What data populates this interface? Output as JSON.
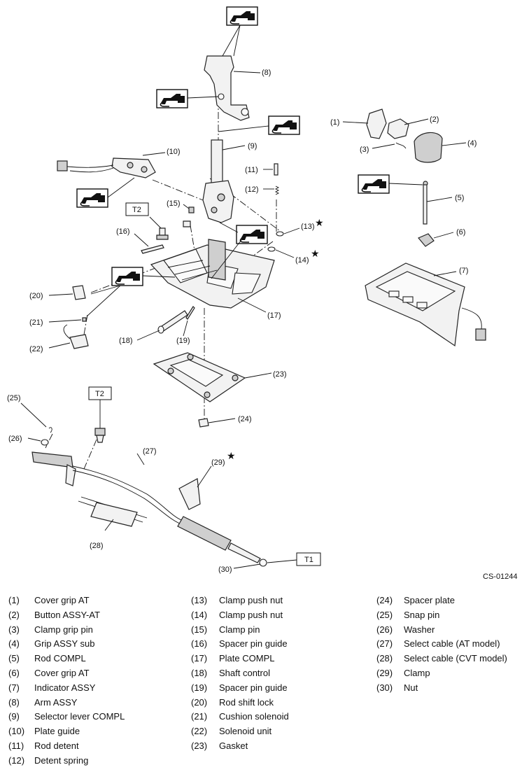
{
  "diagram": {
    "figure_code": "CS-01244",
    "callouts": [
      "(1)",
      "(2)",
      "(3)",
      "(4)",
      "(5)",
      "(6)",
      "(7)",
      "(8)",
      "(9)",
      "(10)",
      "(11)",
      "(12)",
      "(13)",
      "(14)",
      "(15)",
      "(16)",
      "(17)",
      "(18)",
      "(19)",
      "(20)",
      "(21)",
      "(22)",
      "(23)",
      "(24)",
      "(25)",
      "(26)",
      "(27)",
      "(28)",
      "(29)",
      "(30)"
    ],
    "torque_labels": {
      "t2_upper": "T2",
      "t2_lower": "T2",
      "t1": "T1"
    },
    "star_mark": "★",
    "icon_grease": "grease-gun-icon"
  },
  "legend": {
    "col1": [
      {
        "num": "(1)",
        "name": "Cover grip AT"
      },
      {
        "num": "(2)",
        "name": "Button ASSY-AT"
      },
      {
        "num": "(3)",
        "name": "Clamp grip pin"
      },
      {
        "num": "(4)",
        "name": "Grip ASSY sub"
      },
      {
        "num": "(5)",
        "name": "Rod COMPL"
      },
      {
        "num": "(6)",
        "name": "Cover grip AT"
      },
      {
        "num": "(7)",
        "name": "Indicator ASSY"
      },
      {
        "num": "(8)",
        "name": "Arm ASSY"
      },
      {
        "num": "(9)",
        "name": "Selector lever COMPL"
      },
      {
        "num": "(10)",
        "name": "Plate guide"
      },
      {
        "num": "(11)",
        "name": "Rod detent"
      },
      {
        "num": "(12)",
        "name": "Detent spring"
      }
    ],
    "col2": [
      {
        "num": "(13)",
        "name": "Clamp push nut"
      },
      {
        "num": "(14)",
        "name": "Clamp push nut"
      },
      {
        "num": "(15)",
        "name": "Clamp pin"
      },
      {
        "num": "(16)",
        "name": "Spacer pin guide"
      },
      {
        "num": "(17)",
        "name": "Plate COMPL"
      },
      {
        "num": "(18)",
        "name": "Shaft control"
      },
      {
        "num": "(19)",
        "name": "Spacer pin guide"
      },
      {
        "num": "(20)",
        "name": "Rod shift lock"
      },
      {
        "num": "(21)",
        "name": "Cushion solenoid"
      },
      {
        "num": "(22)",
        "name": "Solenoid unit"
      },
      {
        "num": "(23)",
        "name": "Gasket"
      }
    ],
    "col3": [
      {
        "num": "(24)",
        "name": "Spacer plate"
      },
      {
        "num": "(25)",
        "name": "Snap pin"
      },
      {
        "num": "(26)",
        "name": "Washer"
      },
      {
        "num": "(27)",
        "name": "Select cable (AT model)"
      },
      {
        "num": "(28)",
        "name": "Select cable (CVT model)"
      },
      {
        "num": "(29)",
        "name": "Clamp"
      },
      {
        "num": "(30)",
        "name": "Nut"
      }
    ]
  }
}
